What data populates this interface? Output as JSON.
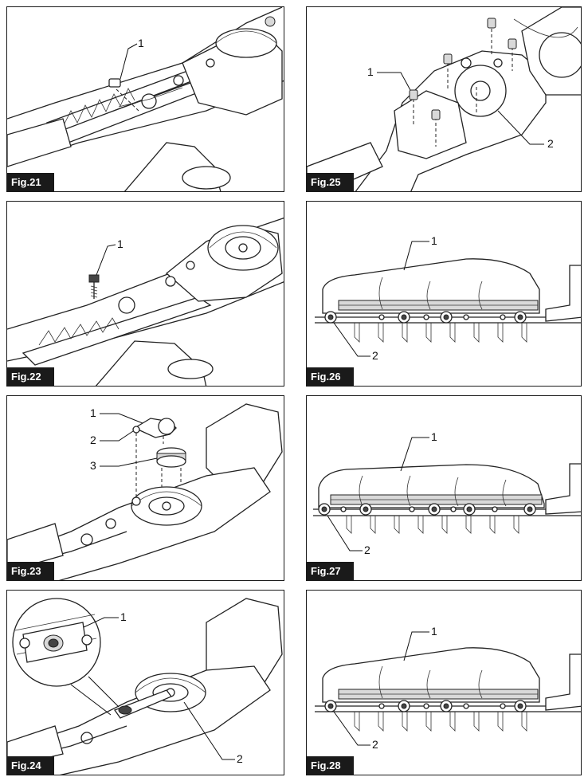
{
  "figures": [
    {
      "id": "fig21",
      "label": "Fig.21",
      "callouts": [
        "1"
      ]
    },
    {
      "id": "fig25",
      "label": "Fig.25",
      "callouts": [
        "1",
        "2"
      ]
    },
    {
      "id": "fig22",
      "label": "Fig.22",
      "callouts": [
        "1"
      ]
    },
    {
      "id": "fig26",
      "label": "Fig.26",
      "callouts": [
        "1",
        "2"
      ]
    },
    {
      "id": "fig23",
      "label": "Fig.23",
      "callouts": [
        "1",
        "2",
        "3"
      ]
    },
    {
      "id": "fig27",
      "label": "Fig.27",
      "callouts": [
        "1",
        "2"
      ]
    },
    {
      "id": "fig24",
      "label": "Fig.24",
      "callouts": [
        "1",
        "2"
      ]
    },
    {
      "id": "fig28",
      "label": "Fig.28",
      "callouts": [
        "1",
        "2"
      ]
    }
  ]
}
